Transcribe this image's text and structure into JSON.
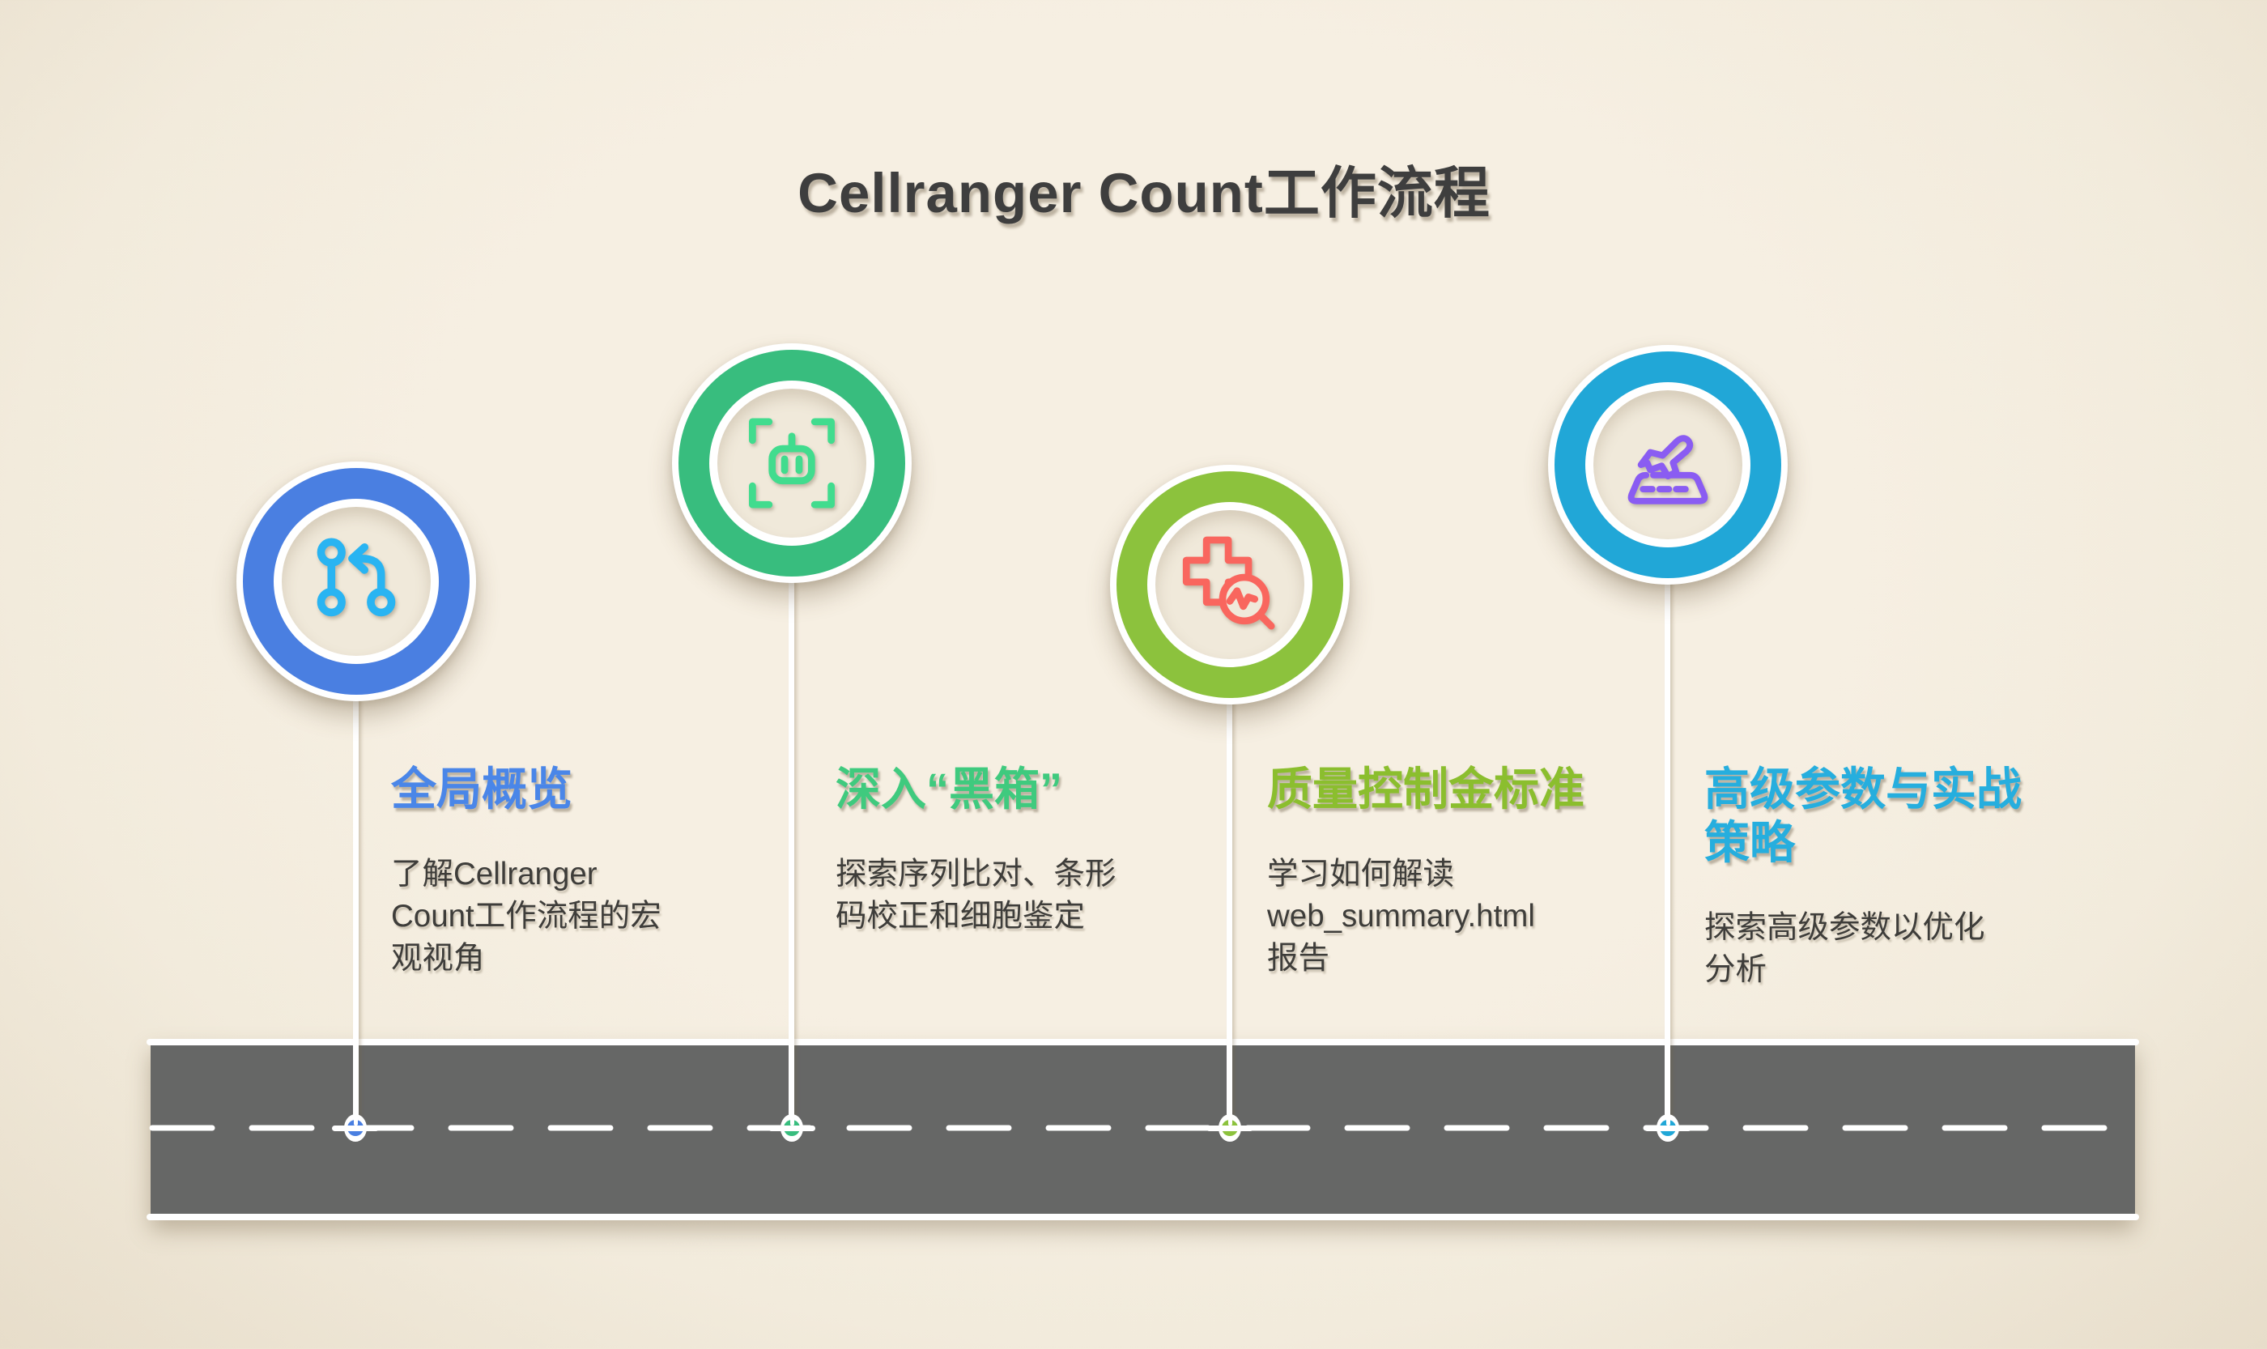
{
  "title": "Cellranger Count工作流程",
  "colors": {
    "background": "#f5eee1",
    "background_edge": "#e7ddca",
    "title_text": "#3e3e3e",
    "body_text": "#3e3d3a",
    "road": "#666766",
    "road_markings": "#ffffff",
    "inner_badge_bg": "#f0e9da"
  },
  "milestones": [
    {
      "icon": "git-branch-icon",
      "ring_color": "#4a7fe1",
      "icon_color": "#29b4f2",
      "heading_color": "#4a86e8",
      "heading": "全局概览",
      "heading_lines": [
        "全局概览"
      ],
      "description": "了解Cellranger Count工作流程的宏观视角",
      "description_lines": [
        "了解Cellranger",
        "Count工作流程的宏",
        "观视角"
      ]
    },
    {
      "icon": "robot-scan-icon",
      "ring_color": "#38bd7e",
      "icon_color": "#41dc8e",
      "heading_color": "#3fca7e",
      "heading": "深入“黑箱”",
      "heading_lines": [
        "深入“黑箱”"
      ],
      "description": "探索序列比对、条形码校正和细胞鉴定",
      "description_lines": [
        "探索序列比对、条形",
        "码校正和细胞鉴定"
      ]
    },
    {
      "icon": "medical-qc-magnifier-icon",
      "ring_color": "#8cc23d",
      "icon_color": "#f9665e",
      "heading_color": "#8bbe2e",
      "heading": "质量控制金标准",
      "heading_lines": [
        "质量控制金标准"
      ],
      "description": "学习如何解读 web_summary.html 报告",
      "description_lines": [
        "学习如何解读",
        "web_summary.html",
        "报告"
      ]
    },
    {
      "icon": "plane-takeoff-icon",
      "ring_color": "#21a7d7",
      "icon_color": "#8a5cf2",
      "heading_color": "#26aede",
      "heading": "高级参数与实战策略",
      "heading_lines": [
        "高级参数与实战",
        "策略"
      ],
      "description": "探索高级参数以优化分析",
      "description_lines": [
        "探索高级参数以优化",
        "分析"
      ]
    }
  ]
}
